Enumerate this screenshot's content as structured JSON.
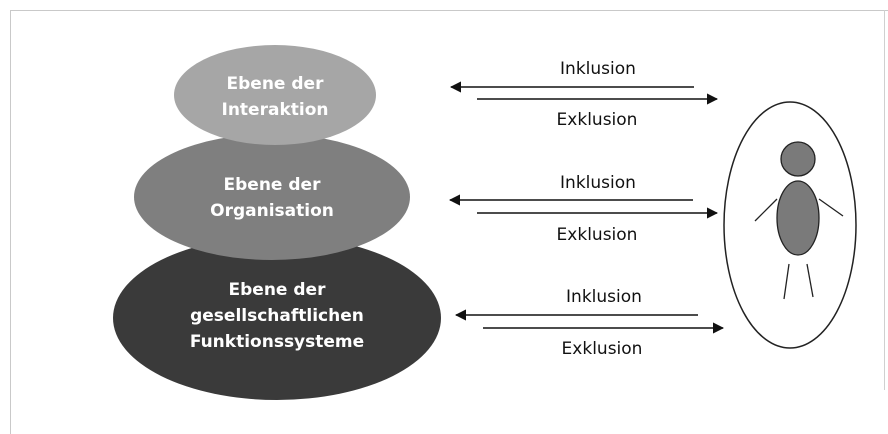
{
  "levels": [
    {
      "line1": "Ebene der",
      "line2": "Interaktion",
      "line3": ""
    },
    {
      "line1": "Ebene der",
      "line2": "Organisation",
      "line3": ""
    },
    {
      "line1": "Ebene der",
      "line2": "gesellschaftlichen",
      "line3": "Funktionssysteme"
    }
  ],
  "arrows": [
    {
      "inclusion": "Inklusion",
      "exclusion": "Exklusion"
    },
    {
      "inclusion": "Inklusion",
      "exclusion": "Exklusion"
    },
    {
      "inclusion": "Inklusion",
      "exclusion": "Exklusion"
    }
  ],
  "colors": {
    "level_top": "#a6a6a6",
    "level_middle": "#7f7f7f",
    "level_bottom": "#3a3a3a",
    "person_fill": "#7a7a7a"
  }
}
